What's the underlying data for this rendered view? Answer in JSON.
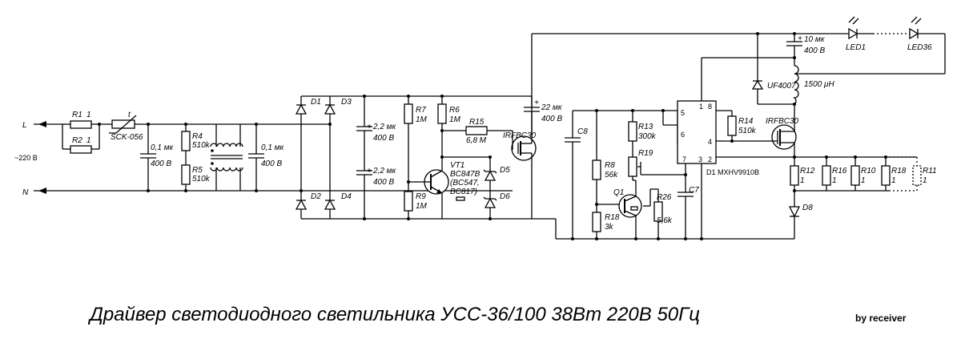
{
  "title": "Драйвер светодиодного светильника УСС-36/100 38Вт 220В 50Гц",
  "author": "by receiver",
  "input": {
    "line": "L",
    "neutral": "N",
    "voltage": "~220 В"
  },
  "r1": {
    "ref": "R1",
    "val": "1"
  },
  "r2": {
    "ref": "R2",
    "val": "1"
  },
  "thermistor": {
    "mark": "t",
    "model": "SCK-056"
  },
  "c_in1": {
    "val": "0,1 мк",
    "volt": "400 В"
  },
  "r4": {
    "ref": "R4",
    "val": "510k"
  },
  "r5": {
    "ref": "R5",
    "val": "510k"
  },
  "c_in2": {
    "val": "0,1 мк",
    "volt": "400 В"
  },
  "diodes_bridge": [
    "D1",
    "D2",
    "D3",
    "D4"
  ],
  "c_filt1": {
    "val": "2,2 мк",
    "volt": "400 В"
  },
  "c_filt2": {
    "val": "2,2 мк",
    "volt": "400 В"
  },
  "r7": {
    "ref": "R7",
    "val": "1M"
  },
  "r6": {
    "ref": "R6",
    "val": "1M"
  },
  "r9": {
    "ref": "R9",
    "val": "1M"
  },
  "r15": {
    "ref": "R15",
    "val": "6,8 M"
  },
  "vt1": {
    "ref": "VT1",
    "l1": "BC847B",
    "l2": "(BC547,",
    "l3": "BC817)"
  },
  "d5": "D5",
  "d6": "D6",
  "q_top": "IRFBC30",
  "c_22": {
    "val": "22 мк",
    "volt": "400 В"
  },
  "c8": "C8",
  "r8": {
    "ref": "R8",
    "val": "56k"
  },
  "r13": {
    "ref": "R13",
    "val": "300k"
  },
  "r19": "R19",
  "q1": "Q1",
  "r18a": {
    "ref": "R18",
    "val": "3k"
  },
  "r26": {
    "ref": "R26",
    "val": "5,6k"
  },
  "c7": "C7",
  "ic": {
    "ref": "D1 MXHV9910B",
    "pins": [
      "1",
      "8",
      "5",
      "6",
      "4",
      "7",
      "3",
      "2"
    ]
  },
  "r14": {
    "ref": "R14",
    "val": "510k"
  },
  "q_main": "IRFBC30",
  "uf": "UF4007",
  "inductor": "1500 μH",
  "c_out": {
    "val": "10 мк",
    "volt": "400 В"
  },
  "led_first": "LED1",
  "led_last": "LED36",
  "shunts": [
    {
      "ref": "R12",
      "val": "1"
    },
    {
      "ref": "R16",
      "val": "1"
    },
    {
      "ref": "R10",
      "val": "1"
    },
    {
      "ref": "R18",
      "val": "1"
    },
    {
      "ref": "R11",
      "val": "1"
    }
  ],
  "d8": "D8",
  "plus": "+"
}
